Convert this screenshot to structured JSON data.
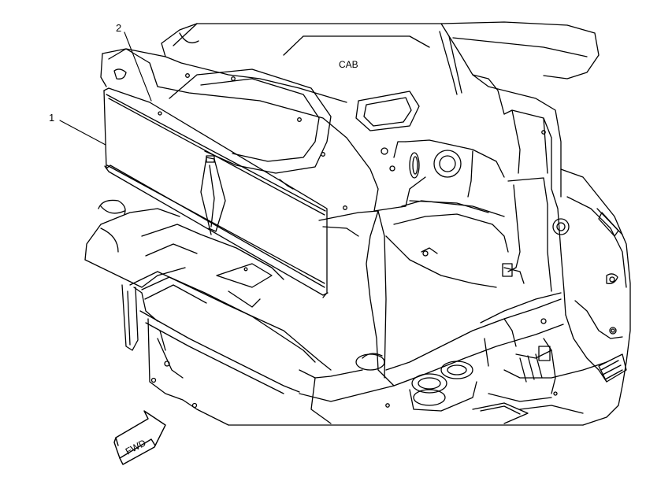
{
  "diagram": {
    "callouts": [
      {
        "id": "1",
        "text": "1"
      },
      {
        "id": "2",
        "text": "2"
      }
    ],
    "cab_label": "CAB",
    "fwd_label": "FWD"
  }
}
